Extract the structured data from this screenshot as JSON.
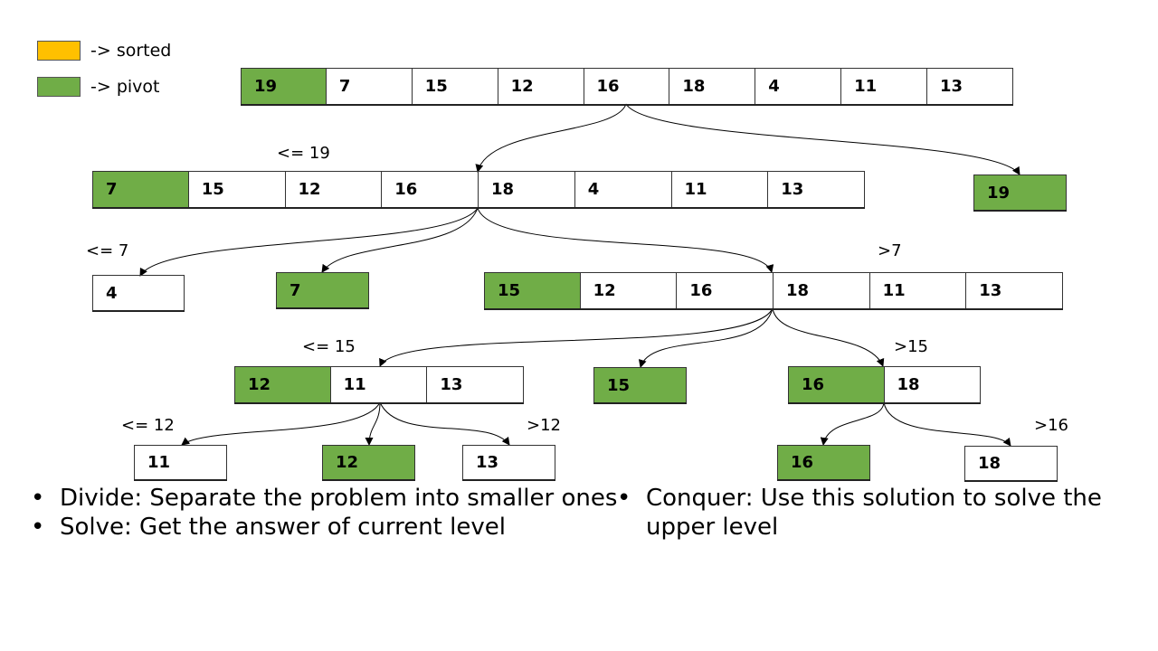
{
  "legend": [
    {
      "label": "-> sorted",
      "color": "#ffc000"
    },
    {
      "label": "-> pivot",
      "color": "#70ad47"
    }
  ],
  "colors": {
    "pivot": "#70ad47",
    "sorted": "#ffc000",
    "plain": "#ffffff"
  },
  "arrays": [
    {
      "id": "root",
      "cells": [
        "19",
        "7",
        "15",
        "12",
        "16",
        "18",
        "4",
        "11",
        "13"
      ],
      "pivot": 0
    },
    {
      "id": "l1-left",
      "cells": [
        "7",
        "15",
        "12",
        "16",
        "18",
        "4",
        "11",
        "13"
      ],
      "pivot": 0
    },
    {
      "id": "l1-right",
      "cells": [
        "19"
      ],
      "pivot": 0
    },
    {
      "id": "l2-left",
      "cells": [
        "4"
      ],
      "pivot": -1
    },
    {
      "id": "l2-mid",
      "cells": [
        "7"
      ],
      "pivot": 0
    },
    {
      "id": "l2-right",
      "cells": [
        "15",
        "12",
        "16",
        "18",
        "11",
        "13"
      ],
      "pivot": 0
    },
    {
      "id": "l3-left",
      "cells": [
        "12",
        "11",
        "13"
      ],
      "pivot": 0
    },
    {
      "id": "l3-mid",
      "cells": [
        "15"
      ],
      "pivot": 0
    },
    {
      "id": "l3-right",
      "cells": [
        "16",
        "18"
      ],
      "pivot": 0
    },
    {
      "id": "l4-a",
      "cells": [
        "11"
      ],
      "pivot": -1
    },
    {
      "id": "l4-b",
      "cells": [
        "12"
      ],
      "pivot": 0
    },
    {
      "id": "l4-c",
      "cells": [
        "13"
      ],
      "pivot": -1
    },
    {
      "id": "l4-d",
      "cells": [
        "16"
      ],
      "pivot": 0
    },
    {
      "id": "l4-e",
      "cells": [
        "18"
      ],
      "pivot": -1
    }
  ],
  "range_labels": {
    "le19": "<= 19",
    "le7": "<= 7",
    "gt7": ">7",
    "le15": "<= 15",
    "gt15": ">15",
    "le12": "<= 12",
    "gt12": ">12",
    "gt16": ">16"
  },
  "bullets_left": [
    "Divide: Separate the problem into smaller ones",
    "Solve: Get the answer of current level"
  ],
  "bullets_right": [
    "Conquer: Use this solution to solve the upper level"
  ]
}
